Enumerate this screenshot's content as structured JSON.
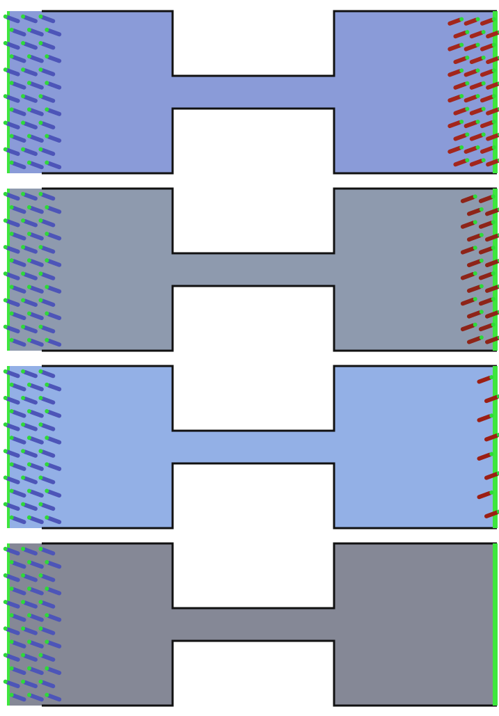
{
  "panels": [
    {
      "id": "panel-1",
      "fill_color": "#8a9bd8",
      "left_markers": {
        "color": "#4d55b8",
        "tip_color": "#2fd93a",
        "rows": 12,
        "columns": 3
      },
      "right_markers": {
        "color": "#a3261c",
        "tip_color": "#2fd93a",
        "rows": 12,
        "columns": 3,
        "visible": true
      },
      "right_edge_bar": {
        "color": "#3ee63e",
        "visible": true
      }
    },
    {
      "id": "panel-2",
      "fill_color": "#8e9aae",
      "left_markers": {
        "color": "#4d55b8",
        "tip_color": "#2fd93a",
        "rows": 12,
        "columns": 3
      },
      "right_markers": {
        "color": "#8e2418",
        "tip_color": "#2fd93a",
        "rows": 12,
        "columns": 2,
        "visible": true
      },
      "right_edge_bar": {
        "color": "#3ee63e",
        "visible": true
      }
    },
    {
      "id": "panel-3",
      "fill_color": "#93b0e6",
      "left_markers": {
        "color": "#4d55b8",
        "tip_color": "#2fd93a",
        "rows": 12,
        "columns": 3
      },
      "right_markers": {
        "color": "#9c1f14",
        "tip_color": "#2fd93a",
        "rows": 8,
        "columns": 1,
        "visible": true
      },
      "right_edge_bar": {
        "color": "#3ee63e",
        "visible": true
      }
    },
    {
      "id": "panel-4",
      "fill_color": "#858896",
      "left_markers": {
        "color": "#4d55b8",
        "tip_color": "#2fd93a",
        "rows": 12,
        "columns": 3
      },
      "right_markers": {
        "color": "#9c1f14",
        "tip_color": "#2fd93a",
        "rows": 0,
        "columns": 0,
        "visible": false
      },
      "right_edge_bar": {
        "color": "#3ee63e",
        "visible": true
      }
    }
  ],
  "outline_color": "#111111",
  "left_edge_bar_color": "#3ee63e"
}
